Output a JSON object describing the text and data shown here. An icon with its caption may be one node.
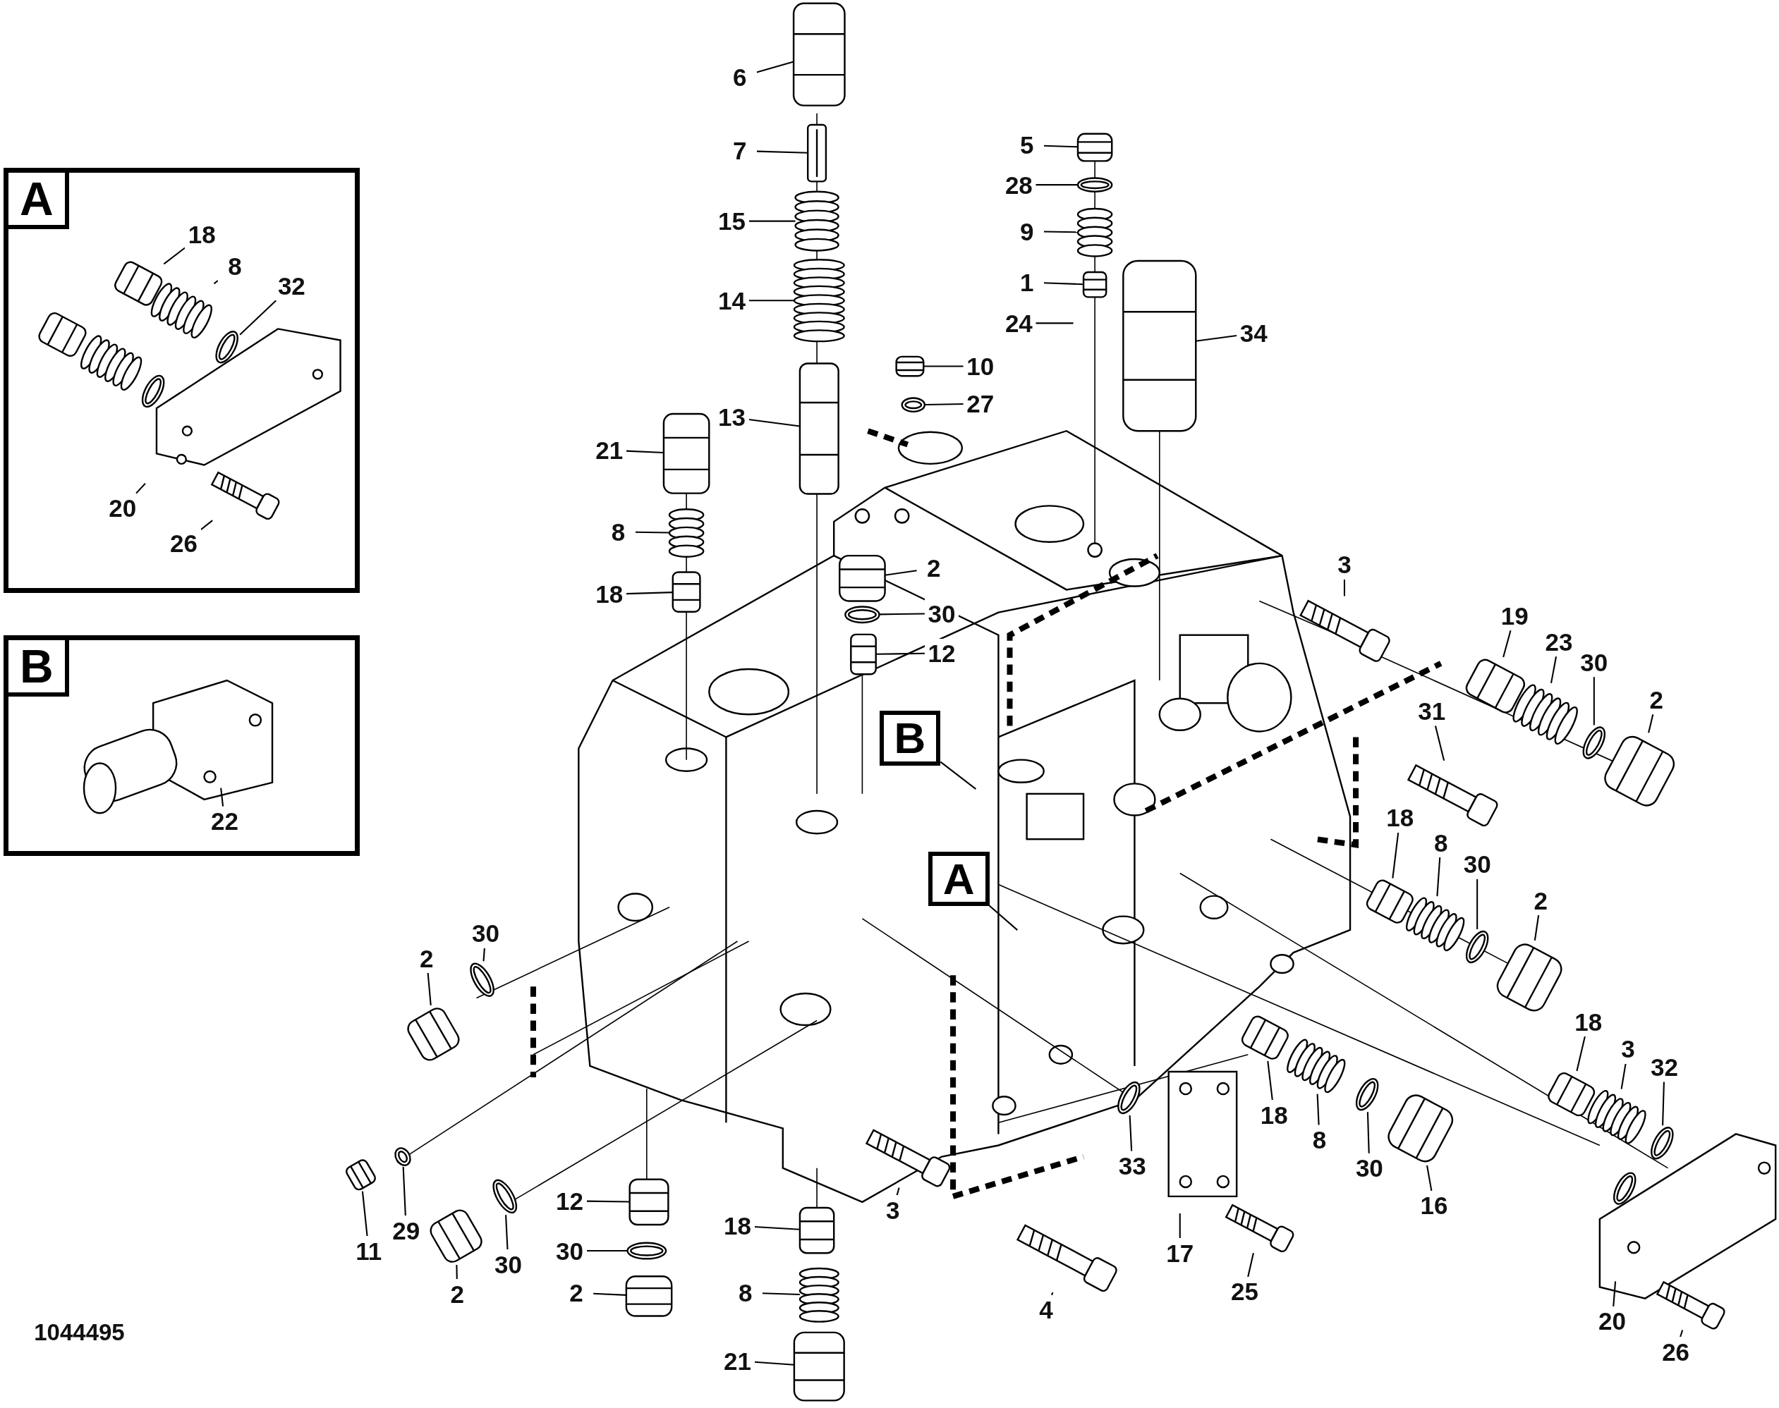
{
  "diagram": {
    "nodes": [
      {
        "text": [
          "A"
        ]
      },
      {
        "text": [
          "18"
        ],
        "in": 0
      },
      {
        "text": [
          "8"
        ],
        "in": 0
      },
      {
        "text": [
          "32"
        ],
        "in": 0
      },
      {
        "text": [
          "20"
        ],
        "in": 0
      },
      {
        "text": [
          "26"
        ],
        "in": 0
      },
      {
        "text": [
          "B"
        ]
      },
      {
        "text": [
          "22"
        ],
        "in": 6
      },
      {
        "text": [
          "6"
        ]
      },
      {
        "text": [
          "5"
        ]
      },
      {
        "text": [
          "7"
        ]
      },
      {
        "text": [
          "28"
        ]
      },
      {
        "text": [
          "15"
        ]
      },
      {
        "text": [
          "9"
        ]
      },
      {
        "text": [
          "1"
        ]
      },
      {
        "text": [
          "14"
        ]
      },
      {
        "text": [
          "24"
        ]
      },
      {
        "text": [
          "34"
        ]
      },
      {
        "text": [
          "10"
        ]
      },
      {
        "text": [
          "27"
        ]
      },
      {
        "text": [
          "13"
        ]
      },
      {
        "text": [
          "21"
        ]
      },
      {
        "text": [
          "8"
        ]
      },
      {
        "text": [
          "3"
        ]
      },
      {
        "text": [
          "2"
        ]
      },
      {
        "text": [
          "18"
        ]
      },
      {
        "text": [
          "30"
        ]
      },
      {
        "text": [
          "19"
        ]
      },
      {
        "text": [
          "23"
        ]
      },
      {
        "text": [
          "12"
        ]
      },
      {
        "text": [
          "30"
        ]
      },
      {
        "text": [
          "2"
        ]
      },
      {
        "text": [
          "31"
        ]
      },
      {
        "text": [
          "B"
        ]
      },
      {
        "text": [
          "18"
        ]
      },
      {
        "text": [
          "8"
        ]
      },
      {
        "text": [
          "30"
        ]
      },
      {
        "text": [
          "A"
        ]
      },
      {
        "text": [
          "2"
        ]
      },
      {
        "text": [
          "30"
        ]
      },
      {
        "text": [
          "2"
        ]
      },
      {
        "text": [
          "18"
        ]
      },
      {
        "text": [
          "3"
        ]
      },
      {
        "text": [
          "32"
        ]
      },
      {
        "text": [
          "18"
        ]
      },
      {
        "text": [
          "8"
        ]
      },
      {
        "text": [
          "33"
        ]
      },
      {
        "text": [
          "30"
        ]
      },
      {
        "text": [
          "12"
        ]
      },
      {
        "text": [
          "16"
        ]
      },
      {
        "text": [
          "3"
        ]
      },
      {
        "text": [
          "18"
        ]
      },
      {
        "text": [
          "29"
        ]
      },
      {
        "text": [
          "30"
        ]
      },
      {
        "text": [
          "11"
        ]
      },
      {
        "text": [
          "30"
        ]
      },
      {
        "text": [
          "17"
        ]
      },
      {
        "text": [
          "25"
        ]
      },
      {
        "text": [
          "8"
        ]
      },
      {
        "text": [
          "2"
        ]
      },
      {
        "text": [
          "2"
        ]
      },
      {
        "text": [
          "4"
        ]
      },
      {
        "text": [
          "20"
        ]
      },
      {
        "text": [
          "26"
        ]
      },
      {
        "text": [
          "21"
        ]
      },
      {
        "text": [],
        "shape": "picture"
      },
      {
        "text": [],
        "shape": "picture"
      },
      {
        "text": [],
        "shape": "picture"
      },
      {
        "text": [],
        "shape": "picture"
      },
      {
        "text": [],
        "shape": "picture"
      },
      {
        "text": [],
        "shape": "picture"
      },
      {
        "text": [],
        "shape": "picture"
      },
      {
        "text": [],
        "shape": "picture"
      },
      {
        "text": [],
        "shape": "picture"
      },
      {
        "text": [],
        "shape": "picture"
      },
      {
        "text": [],
        "shape": "picture"
      },
      {
        "text": [],
        "shape": "picture"
      },
      {
        "text": [],
        "shape": "picture"
      },
      {
        "text": [],
        "shape": "picture"
      },
      {
        "text": [],
        "shape": "picture"
      },
      {
        "text": [],
        "shape": "picture"
      },
      {
        "text": [],
        "shape": "picture"
      },
      {
        "text": [],
        "shape": "picture"
      },
      {
        "text": [],
        "shape": "picture"
      },
      {
        "text": [],
        "shape": "picture"
      },
      {
        "text": [],
        "shape": "picture"
      },
      {
        "text": [],
        "shape": "picture"
      },
      {
        "text": [],
        "shape": "picture"
      },
      {
        "text": [],
        "shape": "picture"
      },
      {
        "text": [],
        "shape": "picture"
      },
      {
        "text": [],
        "shape": "picture"
      },
      {
        "text": [],
        "shape": "picture"
      },
      {
        "text": [],
        "shape": "picture"
      },
      {
        "text": [],
        "shape": "picture"
      },
      {
        "text": [],
        "shape": "picture"
      },
      {
        "text": [],
        "shape": "picture"
      },
      {
        "text": [],
        "shape": "picture"
      },
      {
        "text": [],
        "shape": "picture"
      },
      {
        "text": [],
        "shape": "picture"
      },
      {
        "text": [],
        "shape": "picture"
      },
      {
        "text": [],
        "shape": "picture"
      },
      {
        "text": [],
        "shape": "picture"
      },
      {
        "text": [],
        "shape": "picture"
      },
      {
        "text": [],
        "shape": "picture"
      },
      {
        "text": [],
        "shape": "picture"
      },
      {
        "text": [],
        "shape": "picture"
      },
      {
        "text": [],
        "shape": "picture"
      },
      {
        "text": [],
        "shape": "picture"
      },
      {
        "text": [],
        "shape": "picture"
      },
      {
        "text": [],
        "shape": "picture"
      },
      {
        "text": [],
        "shape": "picture"
      },
      {
        "text": [],
        "shape": "picture"
      },
      {
        "text": [],
        "shape": "picture"
      },
      {
        "text": [],
        "shape": "picture"
      },
      {
        "text": [],
        "shape": "picture"
      },
      {
        "text": [],
        "shape": "picture"
      },
      {
        "text": [],
        "shape": "picture"
      },
      {
        "text": [],
        "shape": "picture",
        "in": 0
      },
      {
        "text": [],
        "shape": "picture",
        "in": 0
      },
      {
        "text": [],
        "shape": "picture",
        "in": 0
      },
      {
        "text": [],
        "shape": "picture",
        "in": 0
      }
    ],
    "edges": [
      {
        "from": 1,
        "to": 117,
        "arrow": "none"
      },
      {
        "from": 2,
        "to": 118,
        "arrow": "none"
      },
      {
        "from": 3,
        "to": 119,
        "arrow": "none"
      },
      {
        "from": 4,
        "to": null,
        "arrow": "none"
      },
      {
        "from": 5,
        "to": 120,
        "arrow": "none"
      },
      {
        "from": 7,
        "to": null,
        "arrow": "none"
      },
      {
        "from": 8,
        "to": 65,
        "arrow": "none"
      },
      {
        "from": 9,
        "to": 73,
        "arrow": "none"
      },
      {
        "from": 10,
        "to": 66,
        "arrow": "none"
      },
      {
        "from": 11,
        "to": 74,
        "arrow": "none"
      },
      {
        "from": 12,
        "to": 67,
        "arrow": "none"
      },
      {
        "from": 13,
        "to": 75,
        "arrow": "none"
      },
      {
        "from": 14,
        "to": 76,
        "arrow": "none"
      },
      {
        "from": 15,
        "to": 68,
        "arrow": "none"
      },
      {
        "from": 16,
        "to": null,
        "arrow": "none"
      },
      {
        "from": 17,
        "to": 77,
        "arrow": "none"
      },
      {
        "from": 18,
        "to": 78,
        "arrow": "none"
      },
      {
        "from": 19,
        "to": 79,
        "arrow": "none"
      },
      {
        "from": 20,
        "to": 69,
        "arrow": "none"
      },
      {
        "from": 21,
        "to": 70,
        "arrow": "none"
      },
      {
        "from": 22,
        "to": 71,
        "arrow": "none"
      },
      {
        "from": 23,
        "to": 89,
        "arrow": "none"
      },
      {
        "from": 24,
        "to": 80,
        "arrow": "none"
      },
      {
        "from": 25,
        "to": 72,
        "arrow": "none"
      },
      {
        "from": 26,
        "to": 81,
        "arrow": "none"
      },
      {
        "from": 27,
        "to": 90,
        "arrow": "none"
      },
      {
        "from": 28,
        "to": 91,
        "arrow": "none"
      },
      {
        "from": 29,
        "to": 82,
        "arrow": "none"
      },
      {
        "from": 30,
        "to": 92,
        "arrow": "none"
      },
      {
        "from": 31,
        "to": 93,
        "arrow": "none"
      },
      {
        "from": 32,
        "to": 94,
        "arrow": "none"
      },
      {
        "from": 33,
        "to": null,
        "arrow": "none"
      },
      {
        "from": 34,
        "to": 95,
        "arrow": "none"
      },
      {
        "from": 35,
        "to": 96,
        "arrow": "none"
      },
      {
        "from": 36,
        "to": 97,
        "arrow": "none"
      },
      {
        "from": 37,
        "to": null,
        "arrow": "none"
      },
      {
        "from": 38,
        "to": 98,
        "arrow": "none"
      },
      {
        "from": 39,
        "to": 112,
        "arrow": "none"
      },
      {
        "from": 40,
        "to": 111,
        "arrow": "none"
      },
      {
        "from": 41,
        "to": 99,
        "arrow": "none"
      },
      {
        "from": 42,
        "to": 100,
        "arrow": "none"
      },
      {
        "from": 43,
        "to": 101,
        "arrow": "none"
      },
      {
        "from": 44,
        "to": 103,
        "arrow": "none"
      },
      {
        "from": 45,
        "to": 104,
        "arrow": "none"
      },
      {
        "from": 46,
        "to": 107,
        "arrow": "none"
      },
      {
        "from": 47,
        "to": 105,
        "arrow": "none"
      },
      {
        "from": 48,
        "to": 83,
        "arrow": "none"
      },
      {
        "from": 49,
        "to": 106,
        "arrow": "none"
      },
      {
        "from": 50,
        "to": 109,
        "arrow": "none"
      },
      {
        "from": 51,
        "to": 86,
        "arrow": "none"
      },
      {
        "from": 52,
        "to": 114,
        "arrow": "none"
      },
      {
        "from": 53,
        "to": 84,
        "arrow": "none"
      },
      {
        "from": 54,
        "to": 113,
        "arrow": "none"
      },
      {
        "from": 55,
        "to": 116,
        "arrow": "none"
      },
      {
        "from": 56,
        "to": null,
        "arrow": "none"
      },
      {
        "from": 57,
        "to": 108,
        "arrow": "none"
      },
      {
        "from": 58,
        "to": 87,
        "arrow": "none"
      },
      {
        "from": 59,
        "to": 85,
        "arrow": "none"
      },
      {
        "from": 60,
        "to": 115,
        "arrow": "none"
      },
      {
        "from": 61,
        "to": 110,
        "arrow": "none"
      },
      {
        "from": 62,
        "to": null,
        "arrow": "none"
      },
      {
        "from": 63,
        "to": 102,
        "arrow": "none"
      },
      {
        "from": 64,
        "to": 88,
        "arrow": "none"
      }
    ],
    "labels": [
      "1044495"
    ]
  }
}
